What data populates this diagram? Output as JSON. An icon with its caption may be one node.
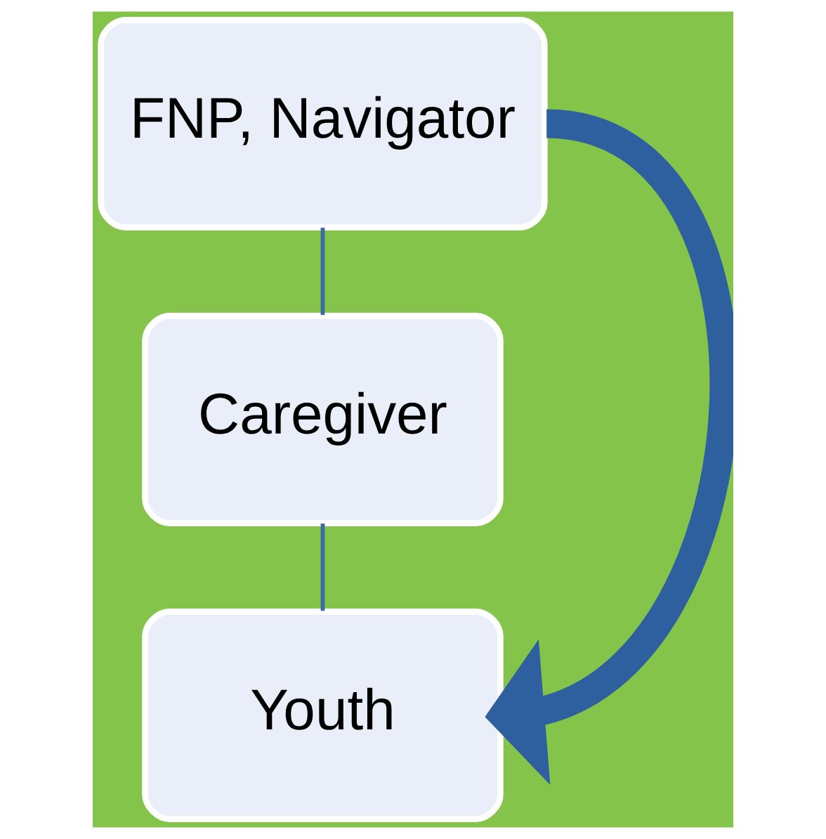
{
  "diagram": {
    "nodes": [
      {
        "text": [
          "FNP, Navigator"
        ]
      },
      {
        "text": [
          "Caregiver"
        ]
      },
      {
        "text": [
          "Youth"
        ]
      }
    ],
    "edges": [
      {
        "from": 0,
        "to": 1,
        "arrow": "none"
      },
      {
        "from": 1,
        "to": 2,
        "arrow": "none"
      },
      {
        "from": 0,
        "to": 2,
        "arrow": "to",
        "style": "thick",
        "color": "#2e5f9e"
      }
    ]
  }
}
